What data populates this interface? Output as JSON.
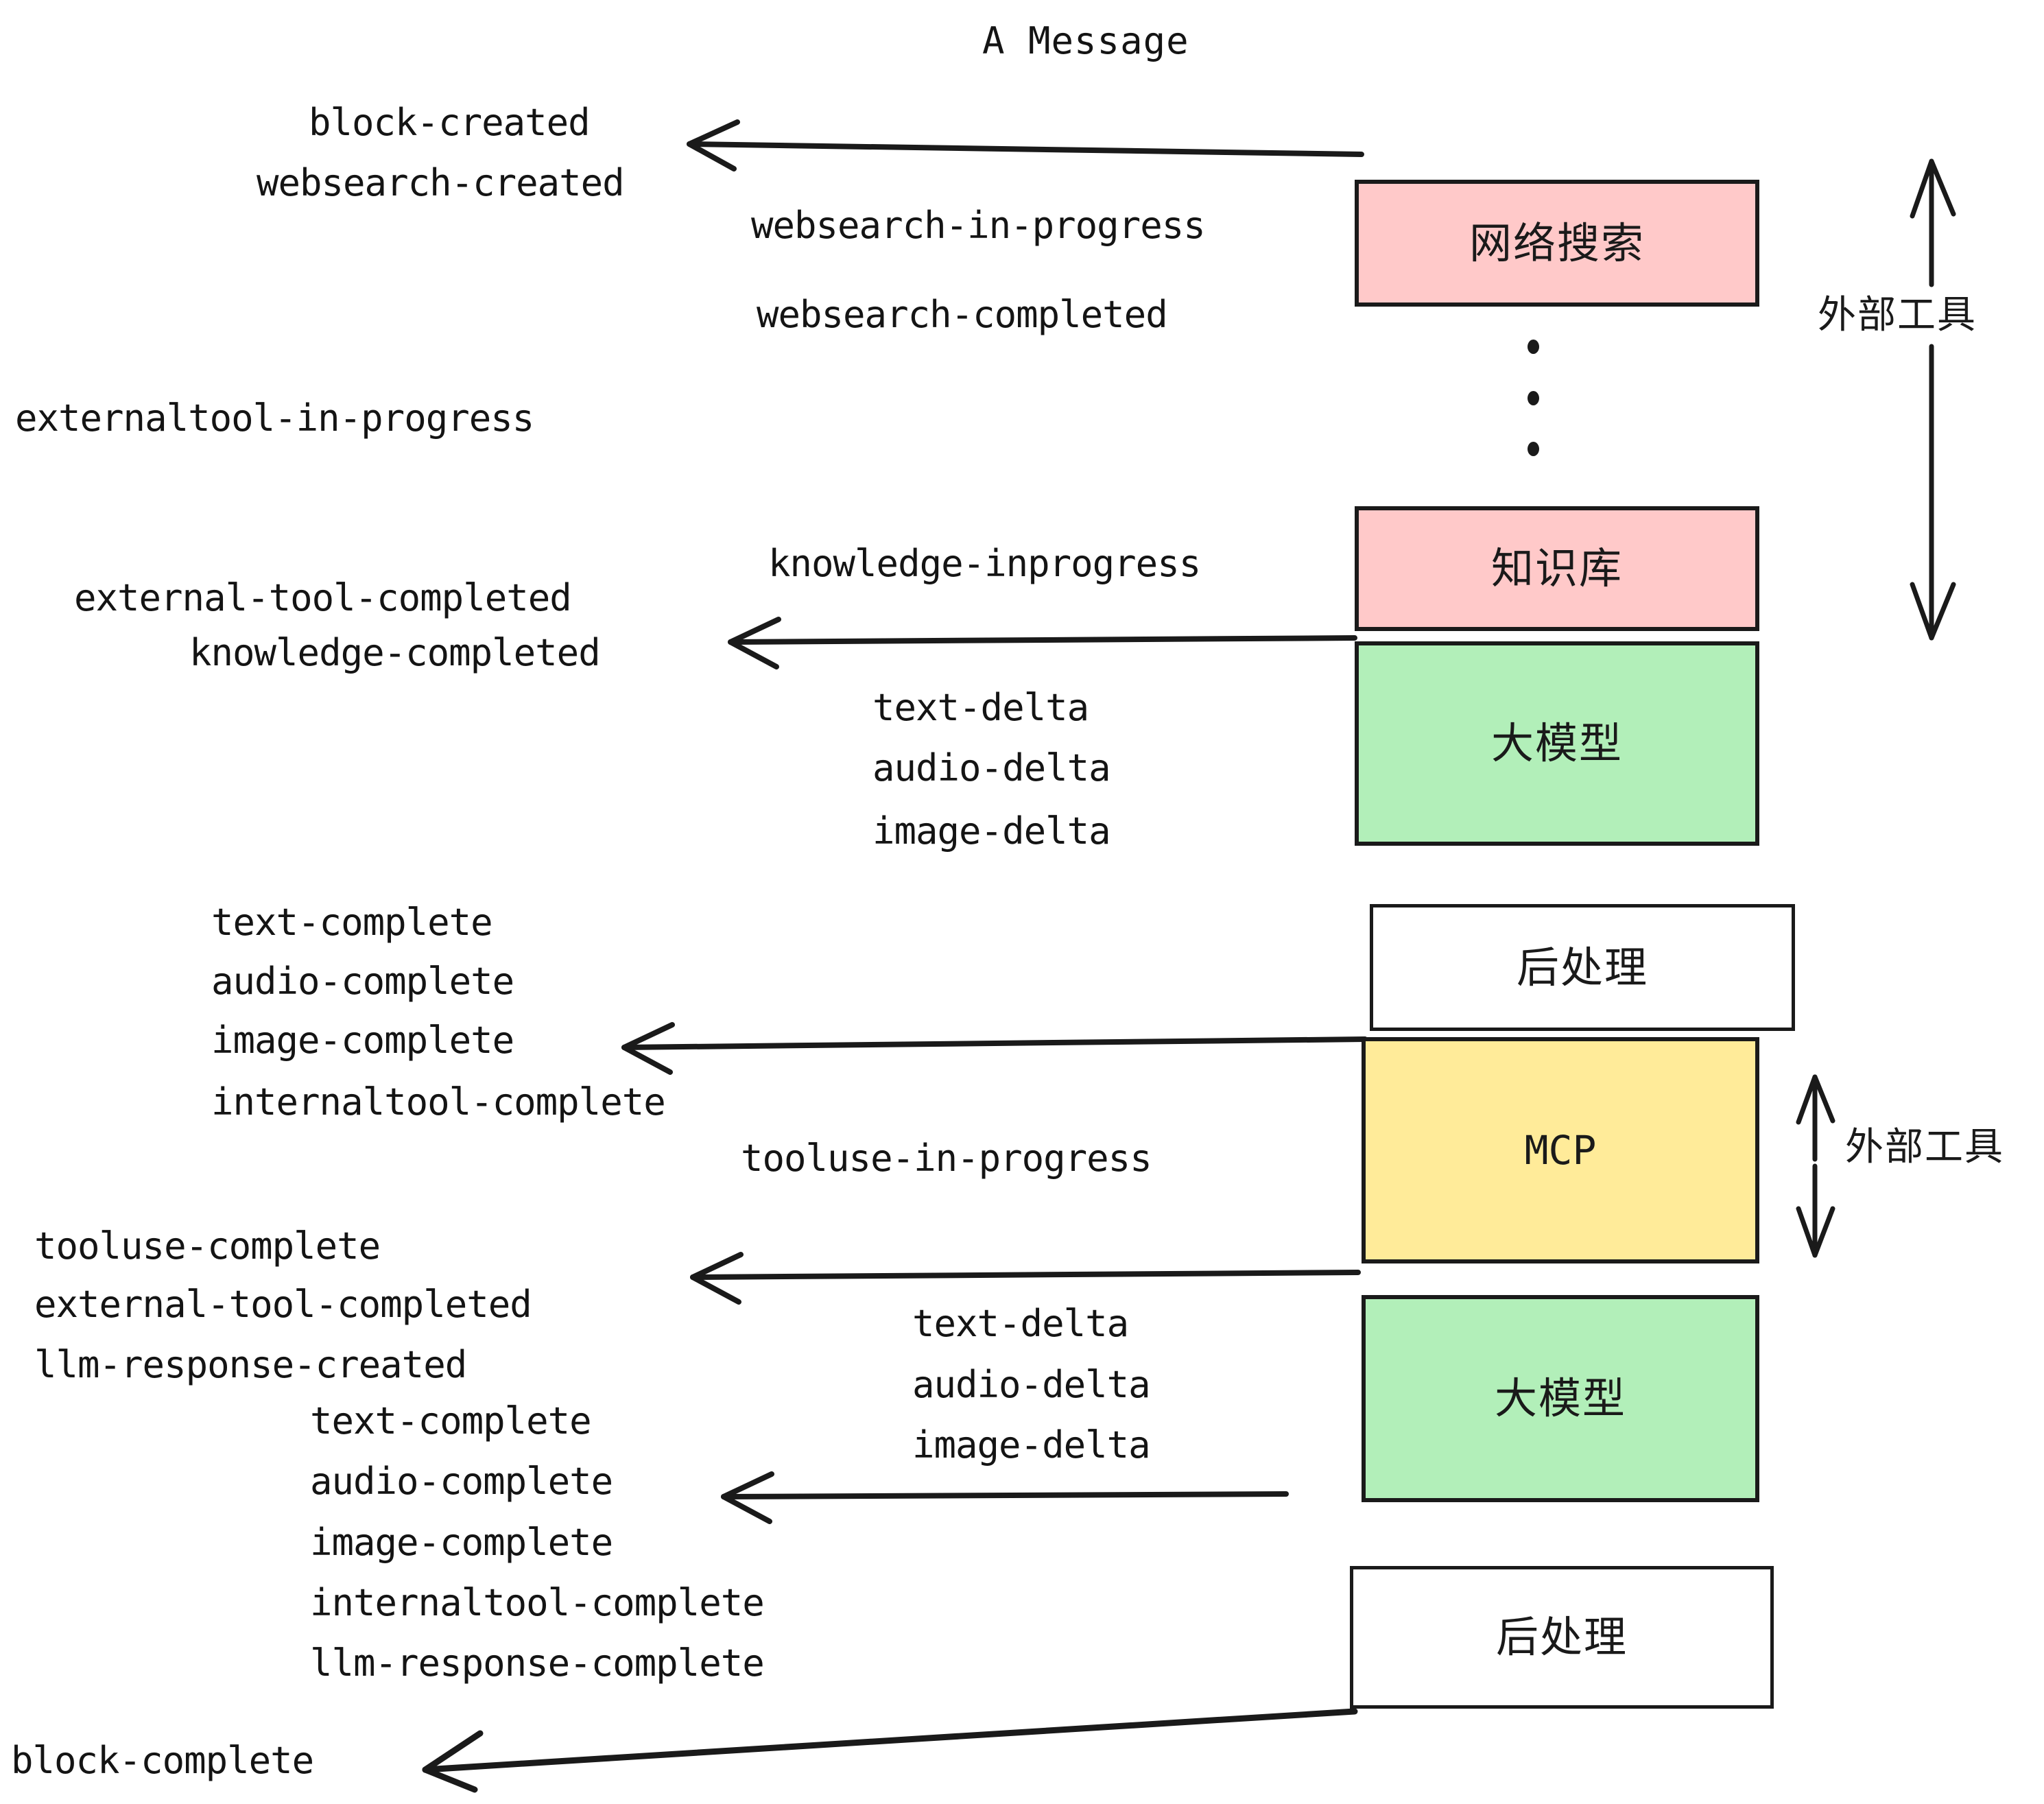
{
  "title": "A Message",
  "colors": {
    "pink": "#FFC9C9",
    "green": "#B2EFB9",
    "yellow": "#FFEB99",
    "white": "#FFFFFF",
    "stroke": "#1A1A1A",
    "text": "#141414"
  },
  "boxes": {
    "websearch": "网络搜索",
    "knowledge": "知识库",
    "llm_upper": "大模型",
    "postprocess_upper": "后处理",
    "mcp": "MCP",
    "llm_lower": "大模型",
    "postprocess_lower": "后处理"
  },
  "side_labels": {
    "external_tools_upper": "外部工具",
    "external_tools_lower": "外部工具"
  },
  "events": {
    "block_created": "block-created",
    "websearch_created": "websearch-created",
    "websearch_in_progress": "websearch-in-progress",
    "websearch_completed": "websearch-completed",
    "externaltool_in_progress": "externaltool-in-progress",
    "knowledge_inprogress": "knowledge-inprogress",
    "external_tool_completed_1": "external-tool-completed",
    "knowledge_completed": "knowledge-completed",
    "text_delta_1": "text-delta",
    "audio_delta_1": "audio-delta",
    "image_delta_1": "image-delta",
    "text_complete_1": "text-complete",
    "audio_complete_1": "audio-complete",
    "image_complete_1": "image-complete",
    "internaltool_complete_1": "internaltool-complete",
    "tooluse_in_progress": "tooluse-in-progress",
    "tooluse_complete": "tooluse-complete",
    "external_tool_completed_2": "external-tool-completed",
    "llm_response_created": "llm-response-created",
    "text_delta_2": "text-delta",
    "audio_delta_2": "audio-delta",
    "image_delta_2": "image-delta",
    "text_complete_2": "text-complete",
    "audio_complete_2": "audio-complete",
    "image_complete_2": "image-complete",
    "internaltool_complete_2": "internaltool-complete",
    "llm_response_complete": "llm-response-complete",
    "block_complete": "block-complete"
  }
}
